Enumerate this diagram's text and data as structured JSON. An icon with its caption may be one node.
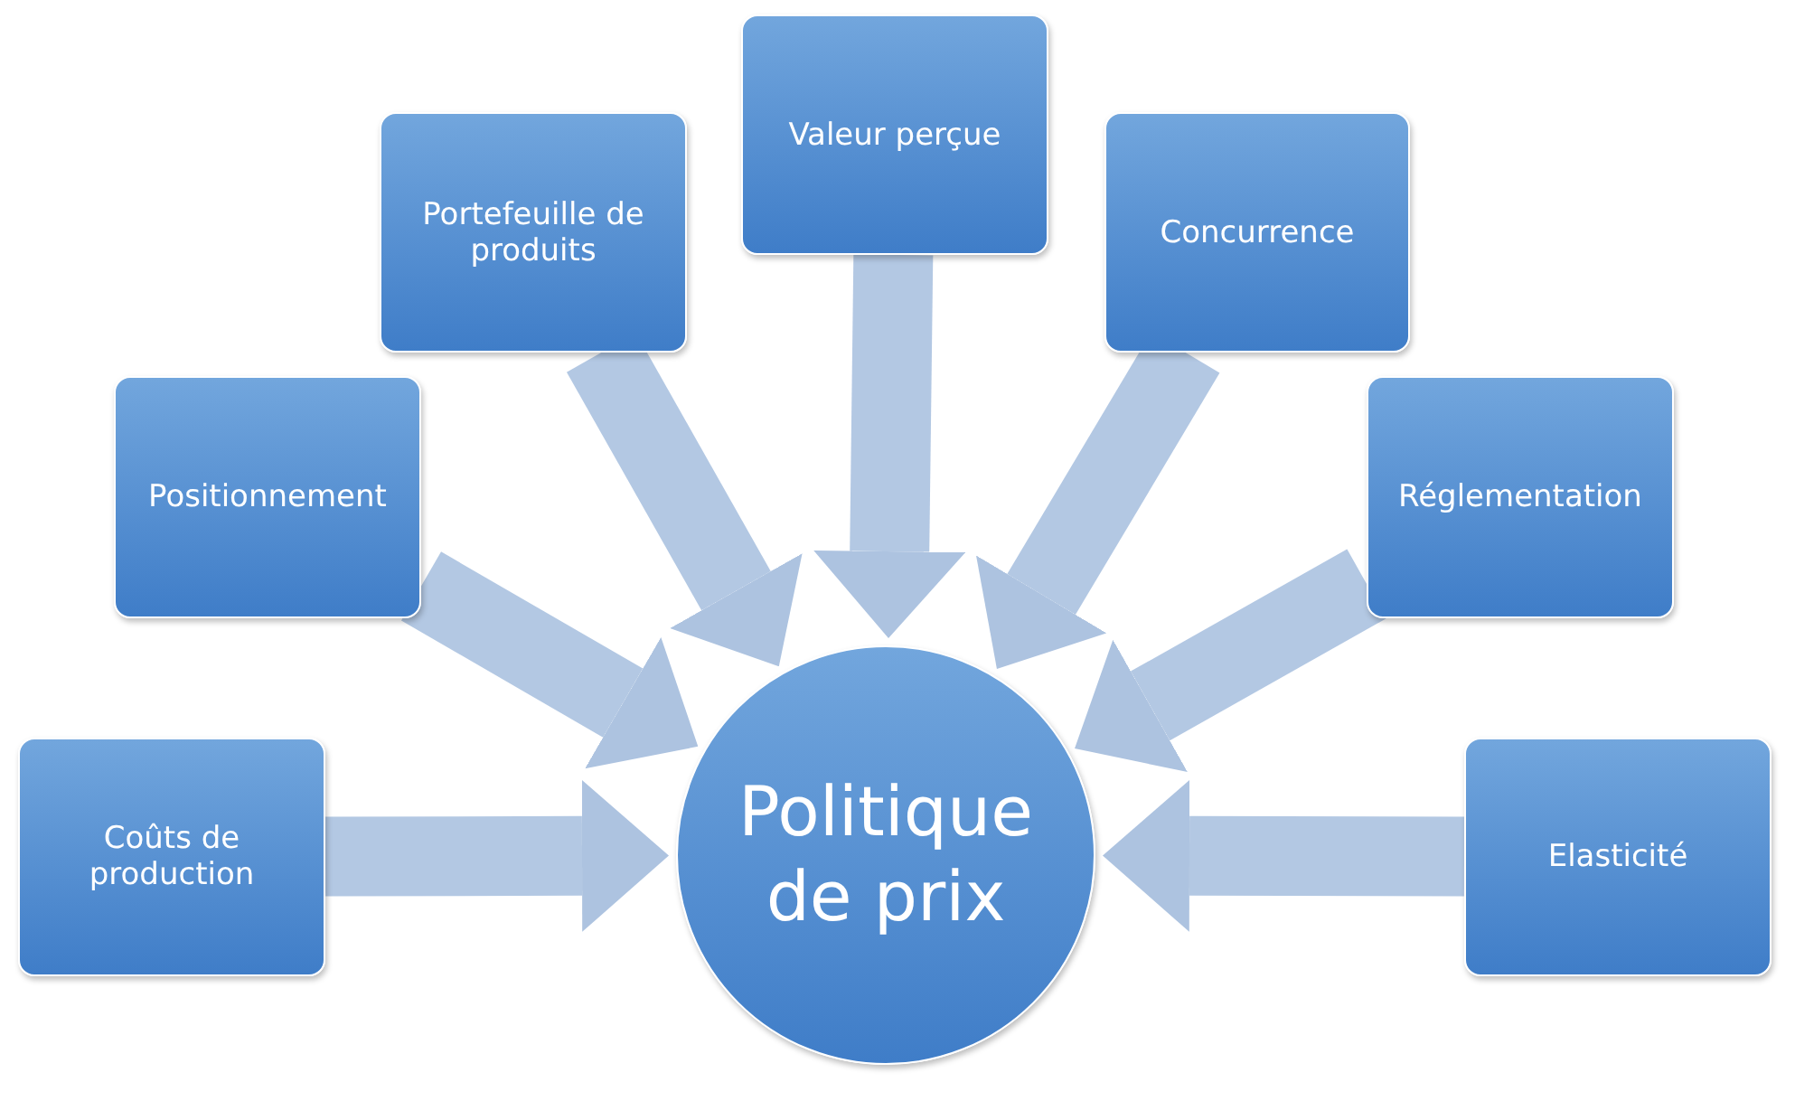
{
  "diagram": {
    "nodes": [
      {
        "text": [
          "Coûts de production"
        ]
      },
      {
        "text": [
          "Positionnement"
        ]
      },
      {
        "text": [
          "Portefeuille de produits"
        ]
      },
      {
        "text": [
          "Valeur perçue"
        ]
      },
      {
        "text": [
          "Concurrence"
        ]
      },
      {
        "text": [
          "Réglementation"
        ]
      },
      {
        "text": [
          "Elasticité"
        ]
      },
      {
        "text": [
          "Politique de prix"
        ]
      }
    ],
    "edges": [
      {
        "from": 0,
        "to": 7,
        "arrow": "to"
      },
      {
        "from": 1,
        "to": 7,
        "arrow": "to"
      },
      {
        "from": 2,
        "to": 7,
        "arrow": "to"
      },
      {
        "from": 3,
        "to": 7,
        "arrow": "to"
      },
      {
        "from": 4,
        "to": 7,
        "arrow": "to"
      },
      {
        "from": 5,
        "to": 7,
        "arrow": "to"
      },
      {
        "from": 6,
        "to": 7,
        "arrow": "to"
      }
    ]
  }
}
